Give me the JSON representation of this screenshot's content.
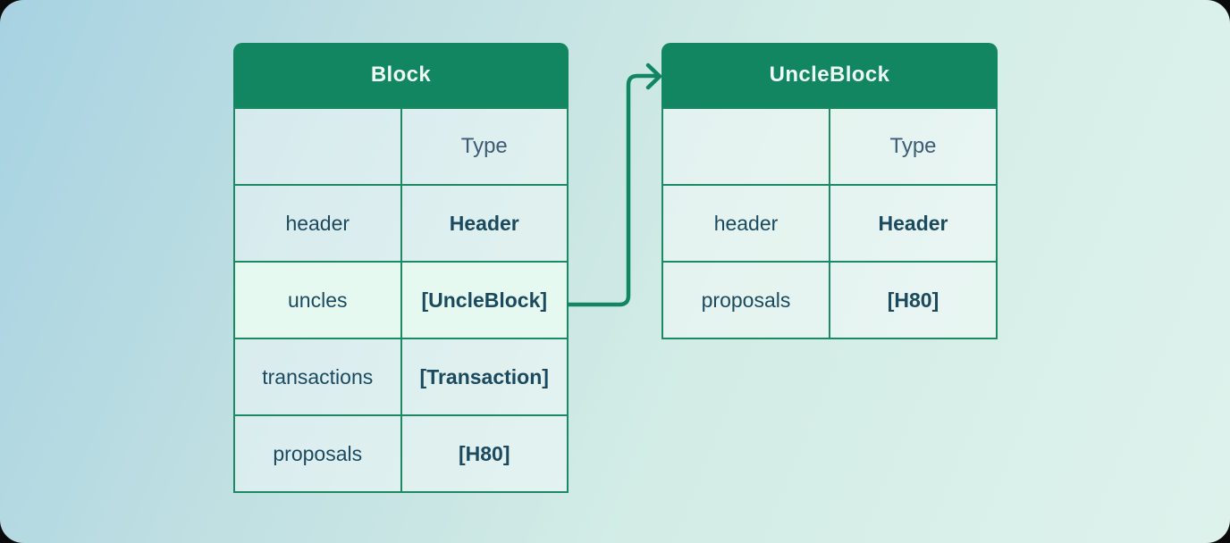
{
  "tables": [
    {
      "title": "Block",
      "type_column_header": "Type",
      "rows": [
        {
          "field": "header",
          "type": "Header",
          "highlighted": false
        },
        {
          "field": "uncles",
          "type": "[UncleBlock]",
          "highlighted": true
        },
        {
          "field": "transactions",
          "type": "[Transaction]",
          "highlighted": false
        },
        {
          "field": "proposals",
          "type": "[H80]",
          "highlighted": false
        }
      ]
    },
    {
      "title": "UncleBlock",
      "type_column_header": "Type",
      "rows": [
        {
          "field": "header",
          "type": "Header",
          "highlighted": false
        },
        {
          "field": "proposals",
          "type": "[H80]",
          "highlighted": false
        }
      ]
    }
  ],
  "connector": {
    "from_table": "Block",
    "from_row": "uncles",
    "to_table": "UncleBlock",
    "style": "elbow-arrow"
  },
  "colors": {
    "accent_green": "#118661",
    "border_green": "#1b8a63",
    "highlight_row_bg": "#e6f9f1",
    "cell_bg": "rgba(255,255,255,0.42)",
    "title_text": "#eefaf4",
    "field_text": "#1b4a5f",
    "type_text": "#2d5068",
    "type_header_text": "#3d5c75",
    "bg_gradient_start": "#a7d2e2",
    "bg_gradient_end": "#def2ec"
  }
}
